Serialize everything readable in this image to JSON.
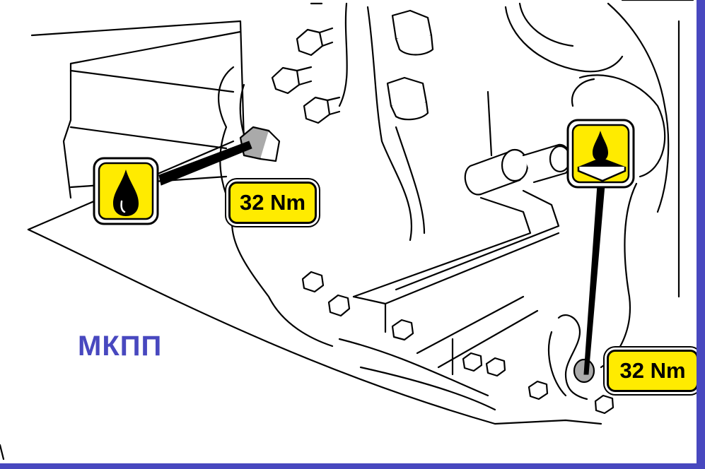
{
  "diagram": {
    "title": "МКПП",
    "torque_callouts": [
      {
        "id": "fill-plug",
        "text": "32 Nm",
        "icon": "oil-drop-icon"
      },
      {
        "id": "drain-plug",
        "text": "32 Nm",
        "icon": "oil-drain-icon"
      }
    ],
    "colors": {
      "label_background": "#ffeb00",
      "frame": "#4848bf",
      "title": "#4848bf",
      "outline": "#000000"
    }
  }
}
